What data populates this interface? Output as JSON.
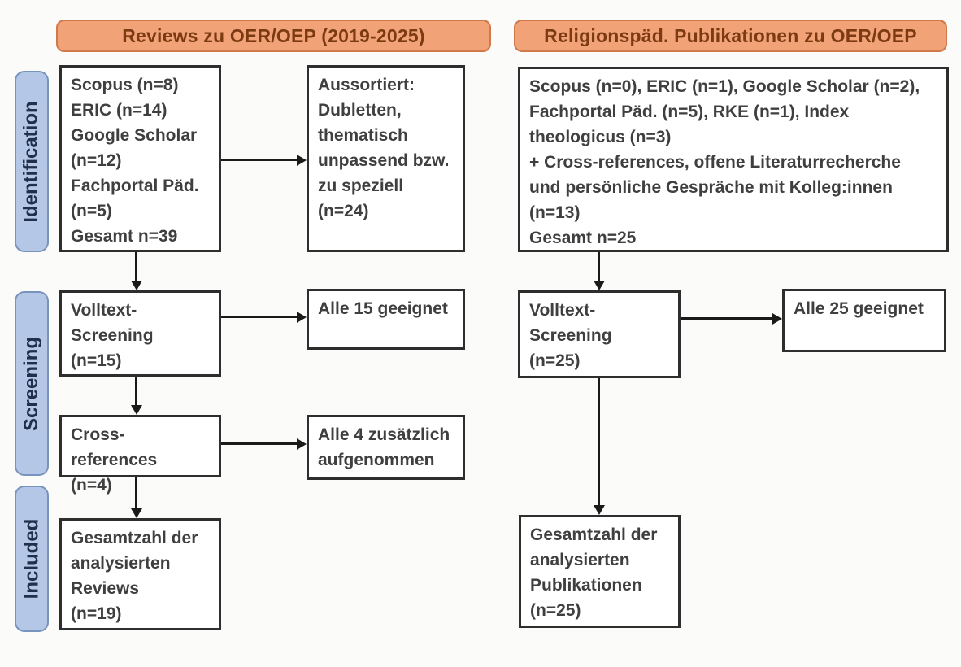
{
  "headers": {
    "left": "Reviews zu OER/OEP (2019-2025)",
    "right": "Religionspäd. Publikationen zu OER/OEP"
  },
  "stages": {
    "identification": "Identification",
    "screening": "Screening",
    "included": "Included"
  },
  "boxes": {
    "left_sources": "Scopus (n=8)\nERIC (n=14)\nGoogle Scholar\n(n=12)\nFachportal Päd.\n(n=5)\nGesamt n=39",
    "left_excluded": "Aussortiert:\nDubletten,\nthematisch\nunpassend bzw.\nzu speziell\n(n=24)",
    "right_sources": "Scopus (n=0), ERIC (n=1), Google Scholar (n=2),\nFachportal Päd. (n=5), RKE (n=1), Index\ntheologicus (n=3)\n+ Cross-references, offene Literaturrecherche\nund persönliche Gespräche mit Kolleg:innen\n(n=13)\nGesamt n=25",
    "left_fulltext": "Volltext-\nScreening\n(n=15)",
    "left_eligible": "Alle 15 geeignet",
    "left_crossref": "Cross-references\n(n=4)",
    "left_added": "Alle 4 zusätzlich\naufgenommen",
    "right_fulltext": "Volltext-\nScreening\n(n=25)",
    "right_eligible": "Alle 25 geeignet",
    "left_included": "Gesamtzahl der\nanalysierten\nReviews\n(n=19)",
    "right_included": "Gesamtzahl der\nanalysierten\nPublikationen\n(n=25)"
  },
  "colors": {
    "header_fill": "#F1A377",
    "header_border": "#D0794A",
    "header_text": "#7C3A12",
    "stage_fill": "#B4C7E7",
    "stage_border": "#7893BD",
    "stage_text": "#20304C",
    "box_border": "#2E2E2E",
    "box_text": "#3F3F3F",
    "arrow": "#1A1A1A",
    "bg": "#FBFBFA"
  }
}
